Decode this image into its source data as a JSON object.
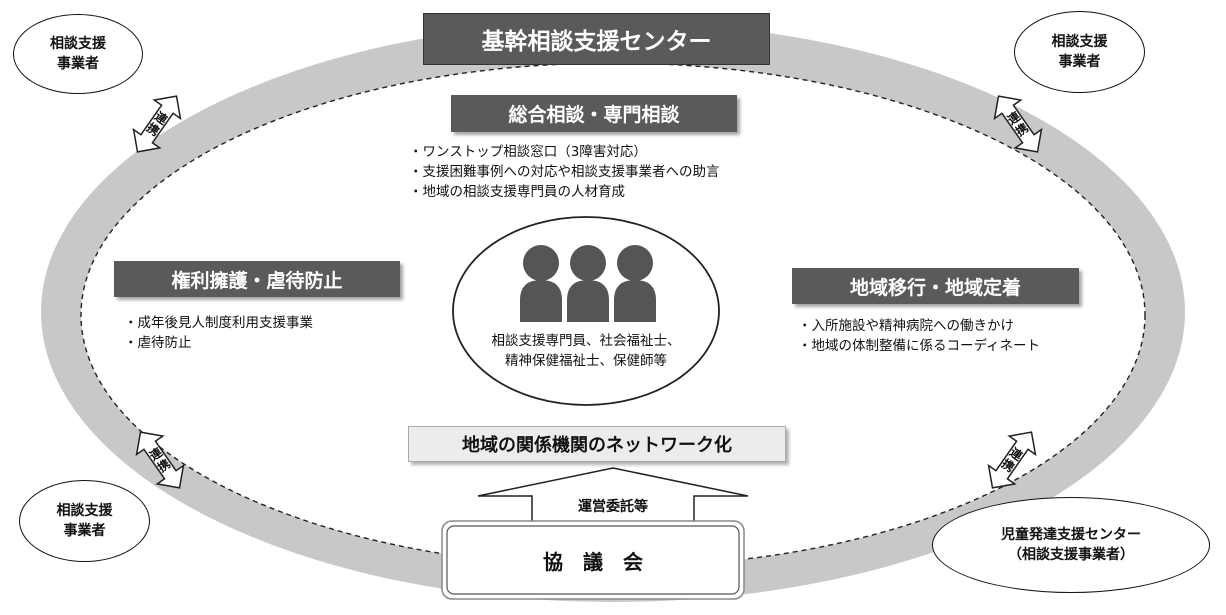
{
  "center_title": "基幹相談支援センター",
  "general": {
    "title": "総合相談・専門相談",
    "items": [
      "・ワンストップ相談窓口（3障害対応）",
      "・支援困難事例への対応や相談支援事業者への助言",
      "・地域の相談支援専門員の人材育成"
    ]
  },
  "rights": {
    "title": "権利擁護・虐待防止",
    "items": [
      "・成年後見人制度利用支援事業",
      "・虐待防止"
    ]
  },
  "transition": {
    "title": "地域移行・地域定着",
    "items": [
      "・入所施設や精神病院への働きかけ",
      "・地域の体制整備に係るコーディネート"
    ]
  },
  "staff": {
    "line1": "相談支援専門員、社会福祉士、",
    "line2": "精神保健福祉士、保健師等"
  },
  "network": "地域の関係機関のネットワーク化",
  "entrust": "運営委託等",
  "council": "協　議　会",
  "operator_tl": {
    "line1": "相談支援",
    "line2": "事業者"
  },
  "operator_tr": {
    "line1": "相談支援",
    "line2": "事業者"
  },
  "operator_bl": {
    "line1": "相談支援",
    "line2": "事業者"
  },
  "child_center": {
    "line1": "児童発達支援センター",
    "line2": "（相談支援事業者）"
  },
  "link_label": "連携",
  "colors": {
    "ring": "#c8c8c8",
    "dark_box": "#5a5a5a",
    "light_box": "#ececec"
  }
}
